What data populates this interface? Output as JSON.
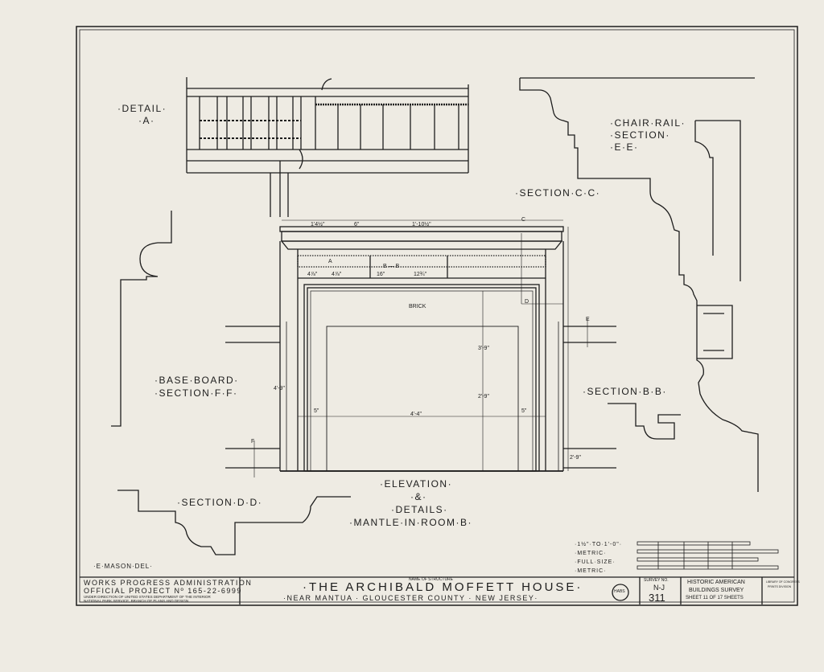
{
  "labels": {
    "detail_a": "·DETAIL·",
    "detail_a_letter": "·A·",
    "chair_rail_1": "·CHAIR·RAIL·",
    "chair_rail_2": "·SECTION·",
    "chair_rail_3": "·E·E·",
    "section_cc": "·SECTION·C·C·",
    "base_board_1": "·BASE·BOARD·",
    "base_board_2": "·SECTION·F·F·",
    "section_bb": "·SECTION·B·B·",
    "section_dd": "·SECTION·D·D·",
    "elevation_1": "·ELEVATION·",
    "elevation_2": "·&·",
    "elevation_3": "·DETAILS·",
    "elevation_4": "·MANTLE·IN·ROOM·B·",
    "brick": "BRICK",
    "delineator": "·E·MASON·DEL·"
  },
  "dimensions": {
    "d1": "1'4½\"",
    "d2": "6\"",
    "d3": "1'-10½\"",
    "d4": "4⅞\"",
    "d5": "4⅞\"",
    "d6": "16\"",
    "d7": "12¾\"",
    "d8": "4'-4\"",
    "d9": "5\"",
    "d10": "5\"",
    "d11": "3'-9\"",
    "d12": "4'-9\"",
    "d13": "2'-9\"",
    "d14": "2'-9\"",
    "cut_c": "C",
    "cut_b": "B — B",
    "cut_a": "A",
    "cut_d": "D",
    "cut_e": "E",
    "cut_f": "F"
  },
  "scales": [
    "·1½\"·TO·1'-0\"·",
    "·METRIC·",
    "·FULL·SIZE·",
    "·METRIC·"
  ],
  "title_block": {
    "agency_1": "WORKS  PROGRESS  ADMINISTRATION",
    "agency_2": "OFFICIAL  PROJECT  Nº 165-22-6999",
    "agency_3": "UNDER DIRECTION OF UNITED STATES DEPARTMENT OF THE INTERIOR",
    "agency_4": "NATIONAL PARK SERVICE, BRANCH OF PLANS AND DESIGN",
    "name_caption": "NAME OF STRUCTURE",
    "structure_name": "·THE  ARCHIBALD  MOFFETT  HOUSE·",
    "location": "·NEAR MANTUA · GLOUCESTER COUNTY · NEW JERSEY·",
    "seal": "HABS",
    "survey_caption": "SURVEY NO.",
    "survey_state": "N-J",
    "survey_no": "311",
    "survey_name_1": "HISTORIC AMERICAN",
    "survey_name_2": "BUILDINGS SURVEY",
    "sheet_text": "SHEET 11 OF 17 SHEETS",
    "library_1": "LIBRARY OF CONGRESS",
    "library_2": "PRINTS DIVISION"
  }
}
